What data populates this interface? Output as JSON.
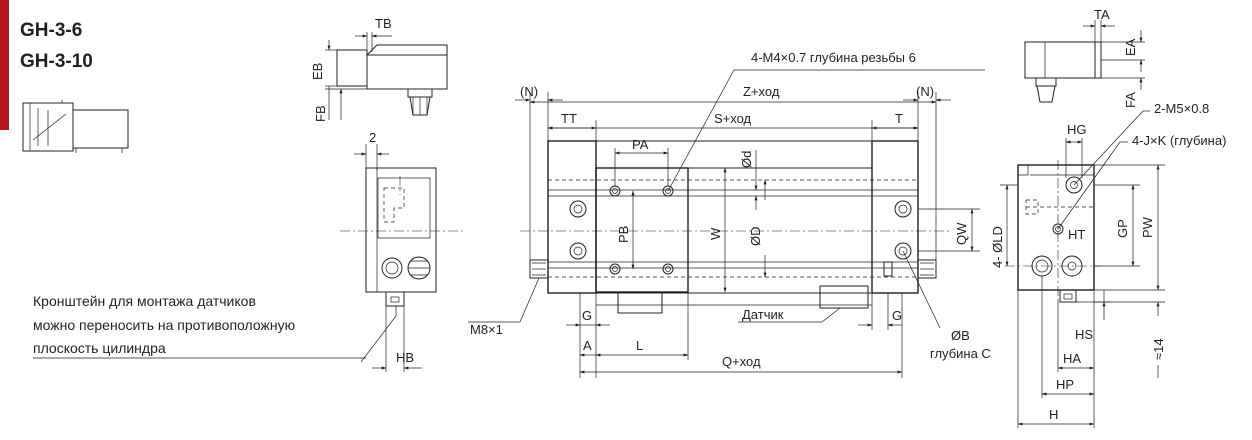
{
  "models": [
    "GH-3-6",
    "GH-3-10"
  ],
  "note_lines": [
    "Кронштейн для монтажа датчиков",
    "можно переносить на противоположную",
    "плоскость цилиндра"
  ],
  "labels": {
    "tb": "TB",
    "eb": "EB",
    "fb": "FB",
    "two": "2",
    "hb": "HB",
    "thread_top": "4-M4×0.7 глубина резьбы 6",
    "n_left": "(N)",
    "n_right": "(N)",
    "z_stroke": "Z+ход",
    "s_stroke": "S+ход",
    "tt": "TT",
    "t": "T",
    "pa": "PA",
    "phi_d": "Ød",
    "pb": "PB",
    "w": "W",
    "phi_D": "ØD",
    "qw": "QW",
    "m8": "M8×1",
    "g_left": "G",
    "g_right": "G",
    "a": "A",
    "l": "L",
    "sensor": "Датчик",
    "q_stroke": "Q+ход",
    "phi_b": "ØB",
    "depth_c": "глубина С",
    "ta": "TA",
    "ea": "EA",
    "fa": "FA",
    "m5": "2-M5×0.8",
    "jk": "4-J×K (глубина)",
    "hg": "HG",
    "ht": "HT",
    "ld": "4- ØLD",
    "gp": "GP",
    "pw": "PW",
    "hs": "HS",
    "approx14": "≈14",
    "ha": "HA",
    "hp": "HP",
    "h": "H"
  }
}
